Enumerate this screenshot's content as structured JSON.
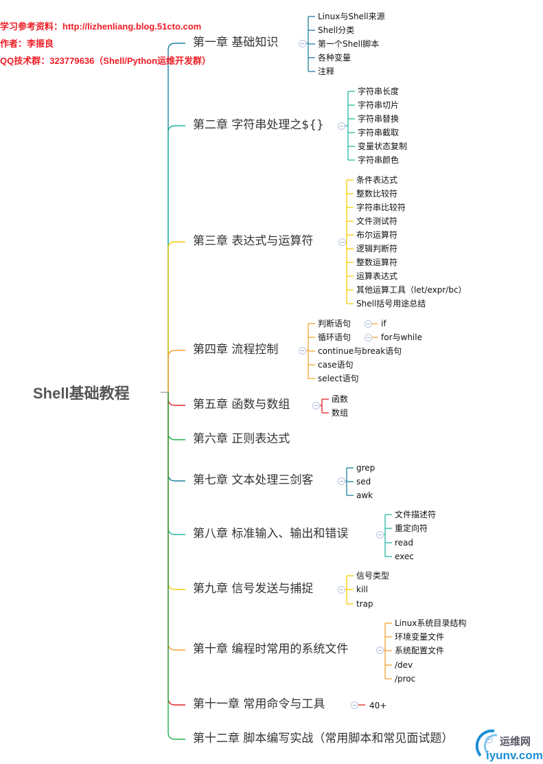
{
  "header": {
    "line1": "学习参考资料：http://lizhenliang.blog.51cto.com",
    "line2": "作者：李振良",
    "line3": "QQ技术群：323779636（Shell/Python运维开发群）"
  },
  "root": "Shell基础教程",
  "colors": {
    "teal_blue": "#1a7f9c",
    "teal": "#22b5a0",
    "yellow": "#f7cb00",
    "orange": "#f5a030",
    "red": "#e02020",
    "green": "#22b34f",
    "trunk": "#888888"
  },
  "chapters": [
    {
      "label": "第一章  基础知识",
      "color": "#1a7f9c",
      "children": [
        {
          "label": "Linux与Shell来源"
        },
        {
          "label": "Shell分类"
        },
        {
          "label": "第一个Shell脚本"
        },
        {
          "label": "各种变量"
        },
        {
          "label": "注释"
        }
      ]
    },
    {
      "label": "第二章  字符串处理之${}",
      "color": "#22b5a0",
      "children": [
        {
          "label": "字符串长度"
        },
        {
          "label": "字符串切片"
        },
        {
          "label": "字符串替换"
        },
        {
          "label": "字符串截取"
        },
        {
          "label": "变量状态复制"
        },
        {
          "label": "字符串颜色"
        }
      ]
    },
    {
      "label": "第三章  表达式与运算符",
      "color": "#f7cb00",
      "children": [
        {
          "label": "条件表达式"
        },
        {
          "label": "整数比较符"
        },
        {
          "label": "字符串比较符"
        },
        {
          "label": "文件测试符"
        },
        {
          "label": "布尔运算符"
        },
        {
          "label": "逻辑判断符"
        },
        {
          "label": "整数运算符"
        },
        {
          "label": "运算表达式"
        },
        {
          "label": "其他运算工具（let/expr/bc）"
        },
        {
          "label": "Shell括号用途总结"
        }
      ]
    },
    {
      "label": "第四章  流程控制",
      "color": "#f5a030",
      "children": [
        {
          "label": "判断语句",
          "sub": "if"
        },
        {
          "label": "循环语句",
          "sub": "for与while"
        },
        {
          "label": "continue与break语句"
        },
        {
          "label": "case语句"
        },
        {
          "label": "select语句"
        }
      ]
    },
    {
      "label": "第五章  函数与数组",
      "color": "#e02020",
      "children": [
        {
          "label": "函数"
        },
        {
          "label": "数组"
        }
      ]
    },
    {
      "label": "第六章  正则表达式",
      "color": "#22b34f",
      "children": []
    },
    {
      "label": "第七章  文本处理三剑客",
      "color": "#1a7f9c",
      "children": [
        {
          "label": "grep"
        },
        {
          "label": "sed"
        },
        {
          "label": "awk"
        }
      ]
    },
    {
      "label": "第八章  标准输入、输出和错误",
      "color": "#22b5a0",
      "children": [
        {
          "label": "文件描述符"
        },
        {
          "label": "重定向符"
        },
        {
          "label": "read"
        },
        {
          "label": "exec"
        }
      ]
    },
    {
      "label": "第九章  信号发送与捕捉",
      "color": "#f7cb00",
      "children": [
        {
          "label": "信号类型"
        },
        {
          "label": "kill"
        },
        {
          "label": "trap"
        }
      ]
    },
    {
      "label": "第十章  编程时常用的系统文件",
      "color": "#f5a030",
      "children": [
        {
          "label": "Linux系统目录结构"
        },
        {
          "label": "环境变量文件"
        },
        {
          "label": "系统配置文件"
        },
        {
          "label": "/dev"
        },
        {
          "label": "/proc"
        }
      ]
    },
    {
      "label": "第十一章  常用命令与工具",
      "color": "#e02020",
      "children": [
        {
          "label": "40+"
        }
      ]
    },
    {
      "label": "第十二章  脚本编写实战（常用脚本和常见面试题）",
      "color": "#22b34f",
      "children": []
    }
  ],
  "watermark": {
    "line1": "运维网",
    "line2": "iyunv.com"
  }
}
